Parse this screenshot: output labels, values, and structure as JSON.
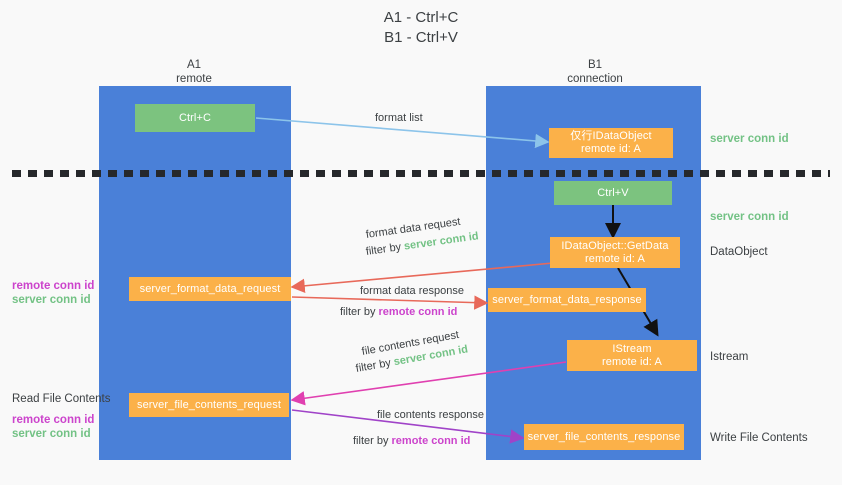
{
  "title": {
    "line1": "A1 - Ctrl+C",
    "line2": "B1 - Ctrl+V"
  },
  "columns": [
    {
      "name": "A1",
      "sub": "remote"
    },
    {
      "name": "B1",
      "sub": "connection"
    }
  ],
  "nodes": {
    "ctrl_c": "Ctrl+C",
    "ctrl_v": "Ctrl+V",
    "idataobject_title": "仅行IDataObject",
    "idataobject_sub": "remote id: A",
    "getdata_title": "IDataObject::GetData",
    "getdata_sub": "remote id: A",
    "istream_title": "IStream",
    "istream_sub": "remote id: A",
    "server_format_data_request": "server_format_data_request",
    "server_format_data_response": "server_format_data_response",
    "server_file_contents_request": "server_file_contents_request",
    "server_file_contents_response": "server_file_contents_response"
  },
  "right_labels": {
    "server_conn_id_top": "server conn id",
    "server_conn_id_mid": "server conn id",
    "dataobject": "DataObject",
    "istream": "Istream",
    "write_file_contents": "Write File Contents"
  },
  "left_labels": {
    "remote_conn_id_1": "remote conn id",
    "server_conn_id_1": "server conn id",
    "read_file_contents": "Read File Contents",
    "remote_conn_id_2": "remote conn id",
    "server_conn_id_2": "server conn id"
  },
  "edges": {
    "format_list": "format list",
    "format_data_request": "format data request",
    "format_data_request_filter_prefix": "filter by ",
    "format_data_request_filter_key": "server conn id",
    "format_data_response": "format data response",
    "format_data_response_filter_prefix": "filter by ",
    "format_data_response_filter_key": "remote conn id",
    "file_contents_request": "file contents request",
    "file_contents_request_filter_prefix": "filter by ",
    "file_contents_request_filter_key": "server conn id",
    "file_contents_response": "file contents response",
    "file_contents_response_filter_prefix": "filter by ",
    "file_contents_response_filter_key": "remote conn id"
  },
  "colors": {
    "column_blue": "#4a80d8",
    "node_green": "#7cc37f",
    "node_orange": "#fbb149",
    "accent_green_text": "#73c285",
    "accent_magenta_text": "#cc44cc",
    "arrow_lightblue": "#8cc4ea",
    "arrow_red": "#e8695a",
    "arrow_magenta": "#e040b0",
    "arrow_purple": "#a043c8",
    "arrow_black": "#111111",
    "background": "#f9f9f9"
  }
}
